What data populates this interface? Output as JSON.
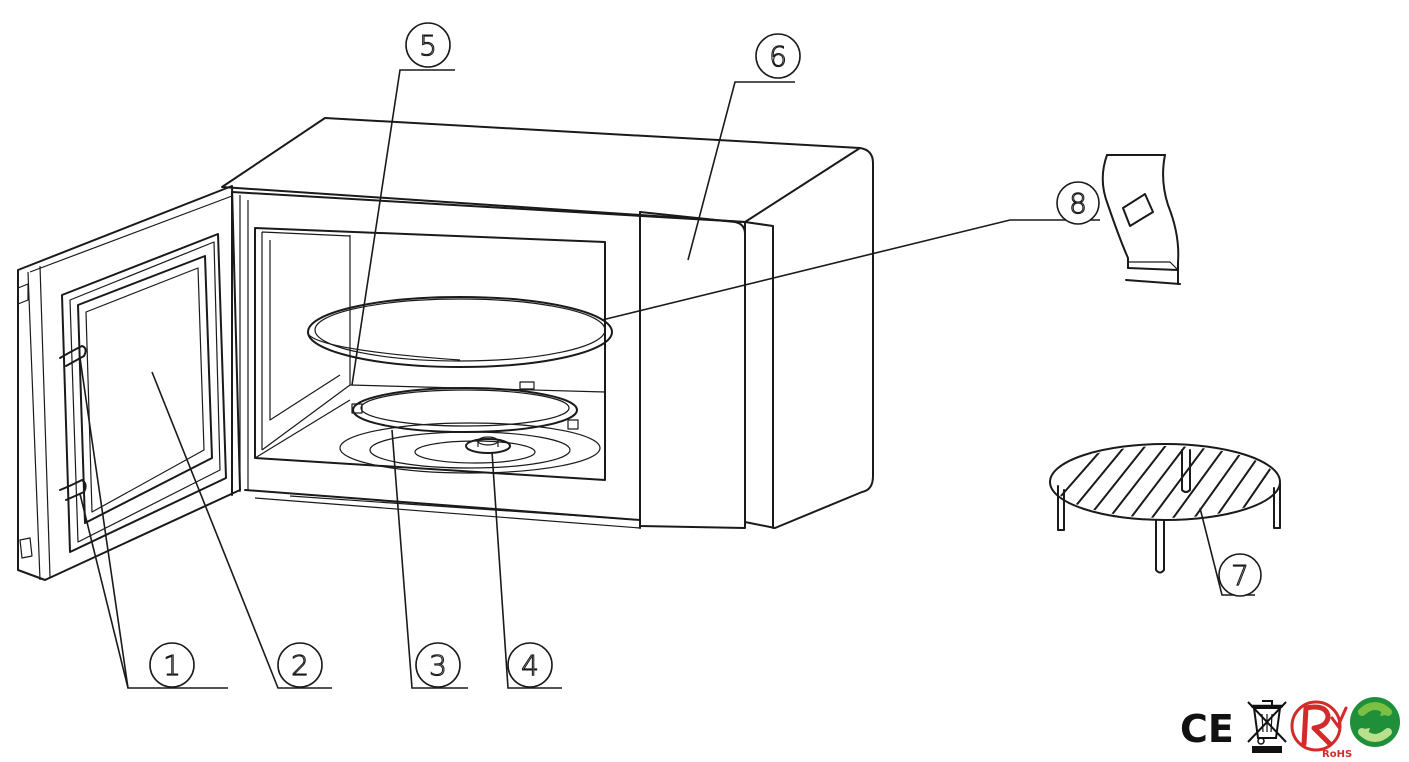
{
  "callouts": [
    {
      "id": "1",
      "label": "1"
    },
    {
      "id": "2",
      "label": "2"
    },
    {
      "id": "3",
      "label": "3"
    },
    {
      "id": "4",
      "label": "4"
    },
    {
      "id": "5",
      "label": "5"
    },
    {
      "id": "6",
      "label": "6"
    },
    {
      "id": "7",
      "label": "7"
    },
    {
      "id": "8",
      "label": "8"
    }
  ],
  "certification_marks": {
    "ce": "CE",
    "rohs": "RoHS",
    "weee_icon": "crossed-out-wheelie-bin-icon",
    "green_dot_icon": "green-dot-recycling-icon"
  },
  "colors": {
    "line": "#1a1a1a",
    "rohs_red": "#d32a2a",
    "green_dot_light": "#7bc043",
    "green_dot_dark": "#1f8f3a"
  }
}
